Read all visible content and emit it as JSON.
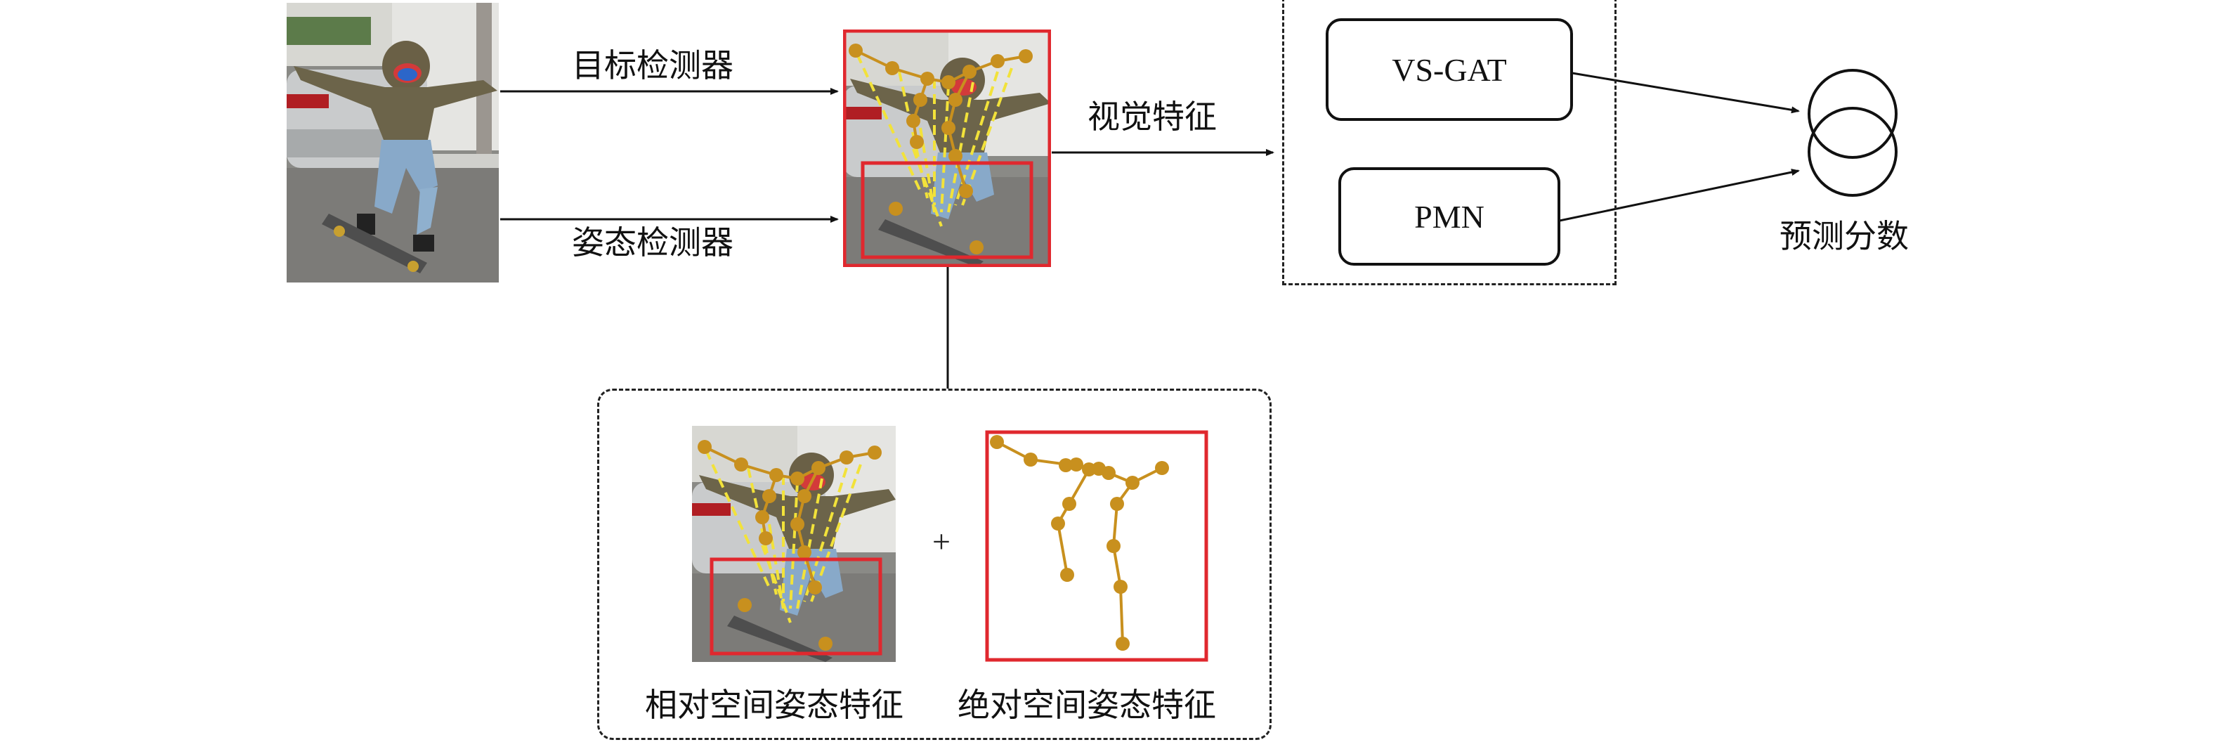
{
  "labels": {
    "object_detector": "目标检测器",
    "pose_detector": "姿态检测器",
    "visual_feature": "视觉特征",
    "vs_gat": "VS-GAT",
    "pmn": "PMN",
    "prediction_score": "预测分数",
    "relative_pose_feature": "相对空间姿态特征",
    "absolute_pose_feature": "绝对空间姿态特征",
    "plus": "+"
  },
  "colors": {
    "bbox_red": "#e0282e",
    "keypoint": "#c8901e",
    "limb_dashes": "#f2e23a",
    "arrow": "#111111",
    "dashed_border": "#222222"
  }
}
